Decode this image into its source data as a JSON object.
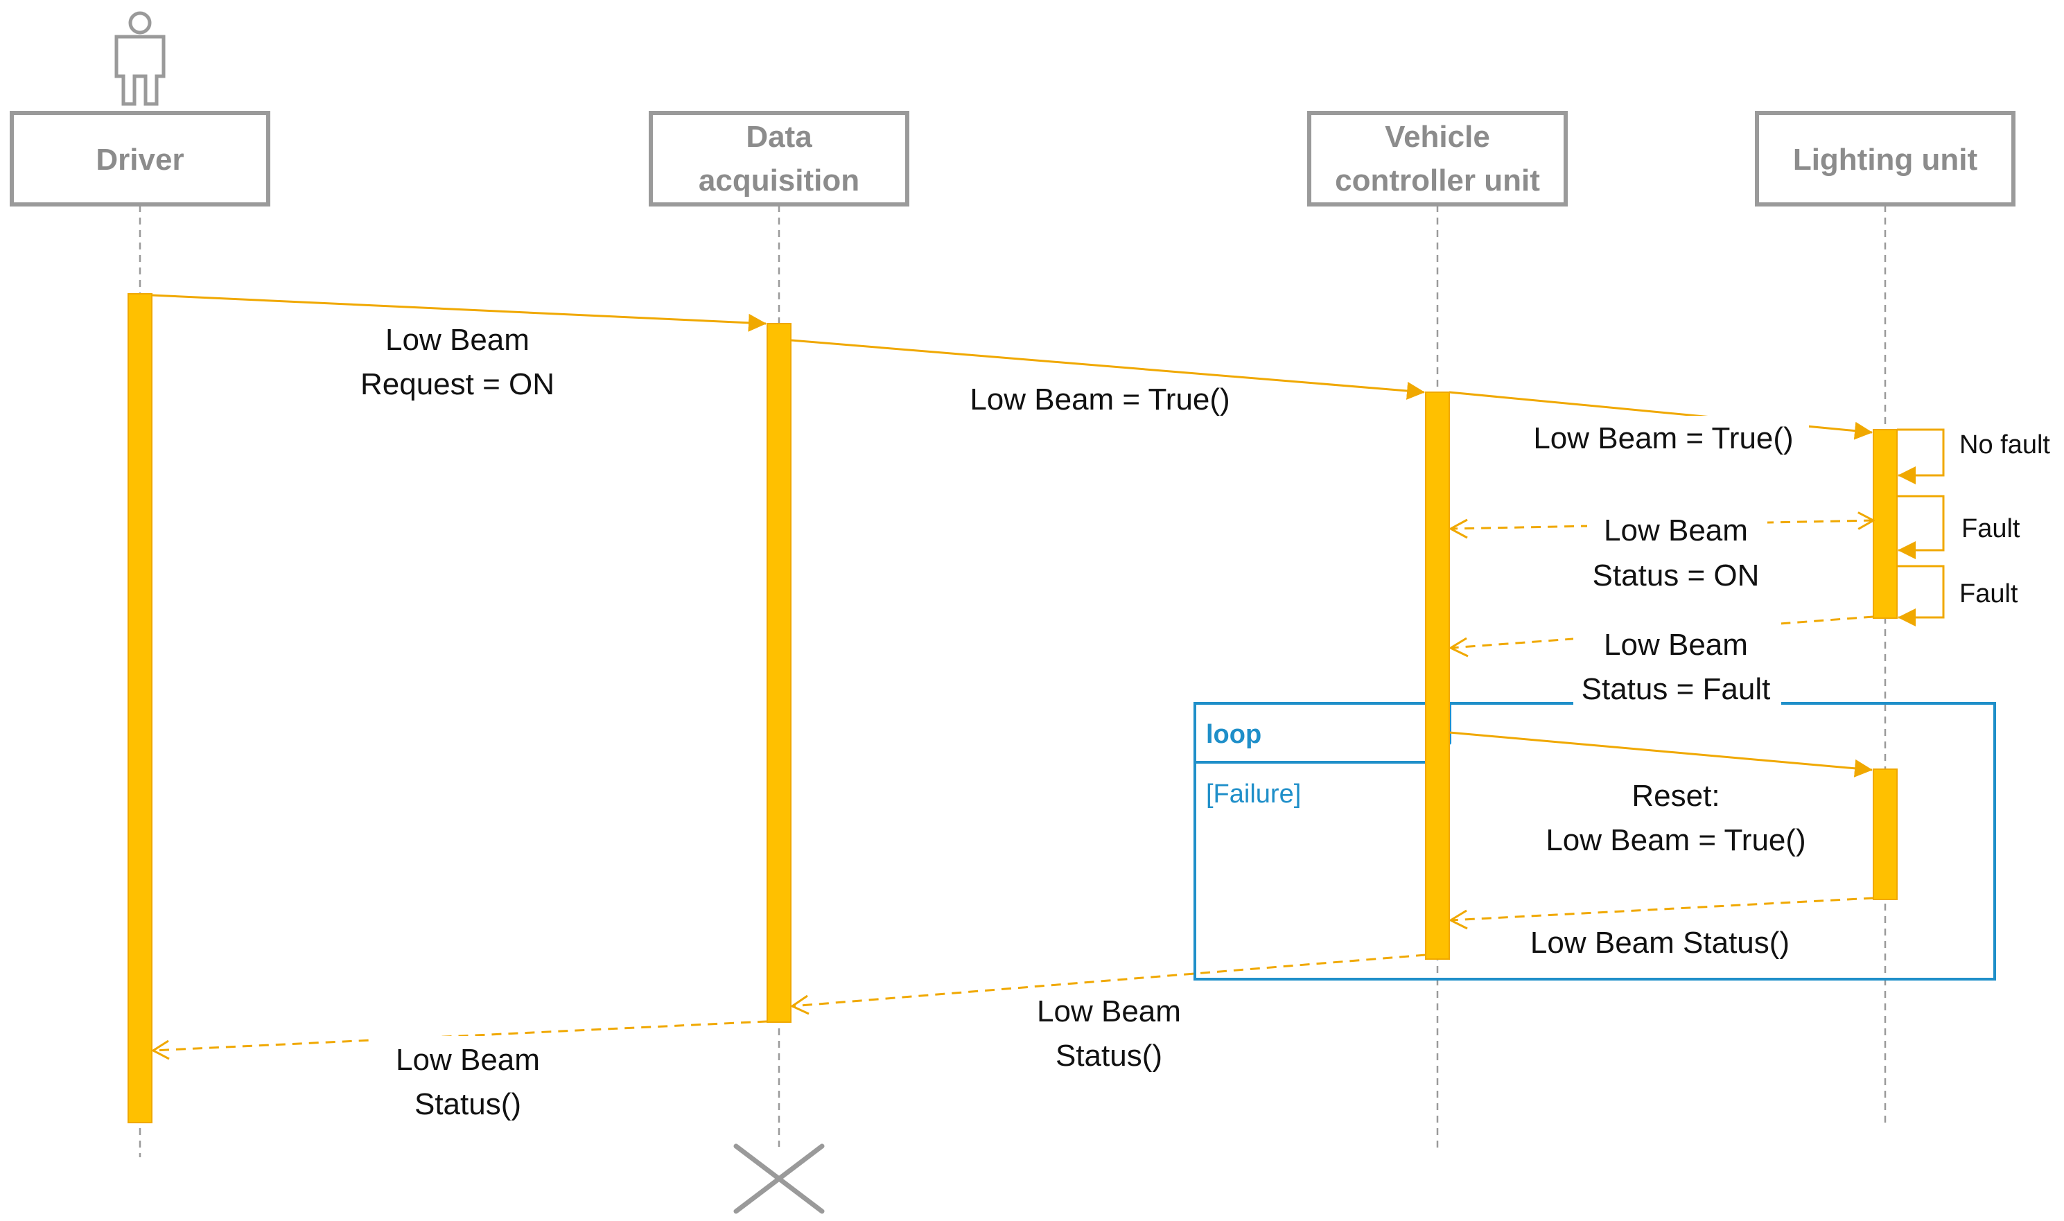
{
  "participants": {
    "driver": "Driver",
    "data_acquisition": [
      "Data",
      "acquisition"
    ],
    "vehicle_controller": [
      "Vehicle",
      "controller unit"
    ],
    "lighting_unit": "Lighting unit"
  },
  "messages": {
    "low_beam_request": [
      "Low Beam",
      "Request = ON"
    ],
    "low_beam_true_1": "Low Beam = True()",
    "low_beam_true_2": "Low Beam = True()",
    "self_no_fault": "No fault",
    "self_fault_1": "Fault",
    "self_fault_2": "Fault",
    "status_on": [
      "Low Beam",
      "Status = ON"
    ],
    "status_fault": [
      "Low Beam",
      "Status = Fault"
    ],
    "reset": [
      "Reset:",
      "Low Beam = True()"
    ],
    "loop_status": "Low Beam Status()",
    "status_to_da": [
      "Low Beam",
      "Status()"
    ],
    "status_to_driver": [
      "Low Beam",
      "Status()"
    ]
  },
  "loop_frame": {
    "title": "loop",
    "guard": "[Failure]"
  },
  "colors": {
    "activation": "#ffc000",
    "message": "#f0a800",
    "lifeline": "#9a9a9a",
    "frame": "#1f8fc9"
  }
}
